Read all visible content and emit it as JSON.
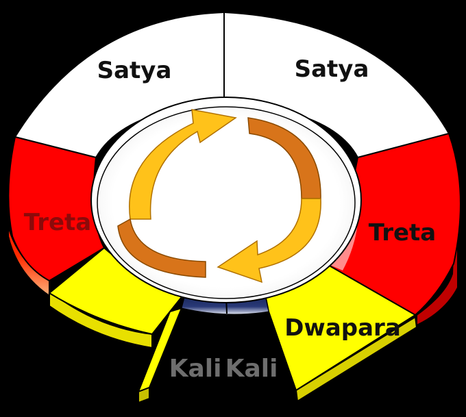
{
  "segments": {
    "satya_left": {
      "label": "Satya",
      "fill": "#ffffff",
      "text_color": "#111111"
    },
    "satya_right": {
      "label": "Satya",
      "fill": "#ffffff",
      "text_color": "#111111"
    },
    "treta_left": {
      "label": "Treta",
      "fill": "#ff0000",
      "text_color": "#8b0a0a"
    },
    "treta_right": {
      "label": "Treta",
      "fill": "#ff0000",
      "text_color": "#111111"
    },
    "dwapara_left": {
      "label": "",
      "fill": "#ffff00"
    },
    "dwapara_right": {
      "label": "Dwapara",
      "fill": "#ffff00",
      "text_color": "#111111"
    },
    "kali_left": {
      "label": "Kali",
      "fill": "#000000",
      "text_color": "#6e6e6e"
    },
    "kali_right": {
      "label": "Kali",
      "fill": "#000000",
      "text_color": "#6e6e6e"
    }
  },
  "cycle_arrows": {
    "colors": {
      "arrow_light": "#ffc21a",
      "arrow_dark": "#d8741a"
    }
  },
  "colors": {
    "background": "#000000",
    "hub": "#ffffff",
    "ring_edge_red": "#c00000",
    "ring_edge_yellow": "#e8e000",
    "outline": "#000000"
  }
}
